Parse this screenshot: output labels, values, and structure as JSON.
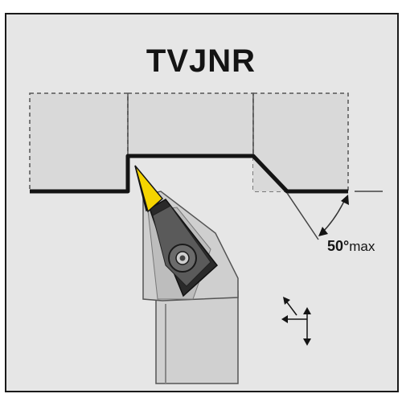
{
  "diagram": {
    "title": "TVJNR",
    "approach_angle": {
      "value": "50°",
      "unit": "max"
    },
    "colors": {
      "background": "#e6e6e6",
      "workpiece": "#d9d9d9",
      "edge": "#141414",
      "insert_tip": "#f5d400",
      "holder": "#cfcfcf"
    }
  }
}
